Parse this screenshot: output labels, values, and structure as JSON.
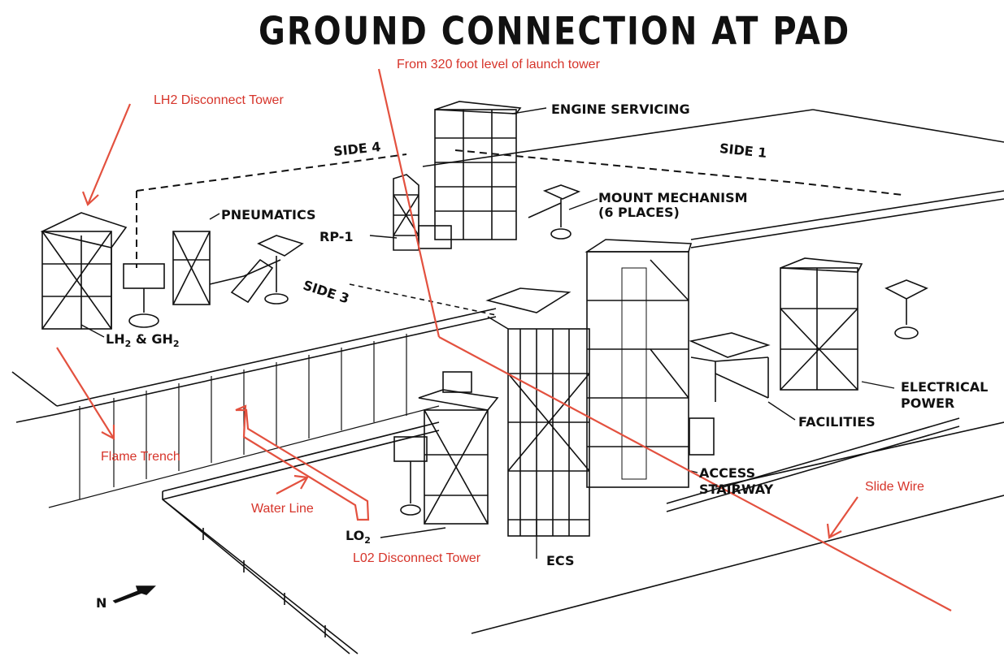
{
  "title": "GROUND CONNECTION AT PAD",
  "labels": {
    "engine_servicing": "ENGINE SERVICING",
    "side_4": "SIDE 4",
    "side_1": "SIDE 1",
    "side_3": "SIDE 3",
    "mount_mechanism_1": "MOUNT MECHANISM",
    "mount_mechanism_2": "(6 PLACES)",
    "pneumatics": "PNEUMATICS",
    "rp1": "RP-1",
    "lh2_gh2": {
      "a": "LH",
      "a_sub": "2",
      "b": " & GH",
      "b_sub": "2"
    },
    "electrical_power_1": "ELECTRICAL",
    "electrical_power_2": "POWER",
    "facilities": "FACILITIES",
    "access_stairway_1": "ACCESS",
    "access_stairway_2": "STAIRWAY",
    "lo2": {
      "a": "LO",
      "a_sub": "2"
    },
    "ecs": "ECS",
    "north": "N"
  },
  "annotations": {
    "from_320": "From 320 foot level of launch tower",
    "lh2_tower": "LH2 Disconnect Tower",
    "flame_trench": "Flame Trench",
    "water_line": "Water Line",
    "lo2_tower": "L02 Disconnect Tower",
    "slide_wire": "Slide Wire"
  },
  "colors": {
    "annotation": "#d6342a",
    "ink": "#111111"
  }
}
